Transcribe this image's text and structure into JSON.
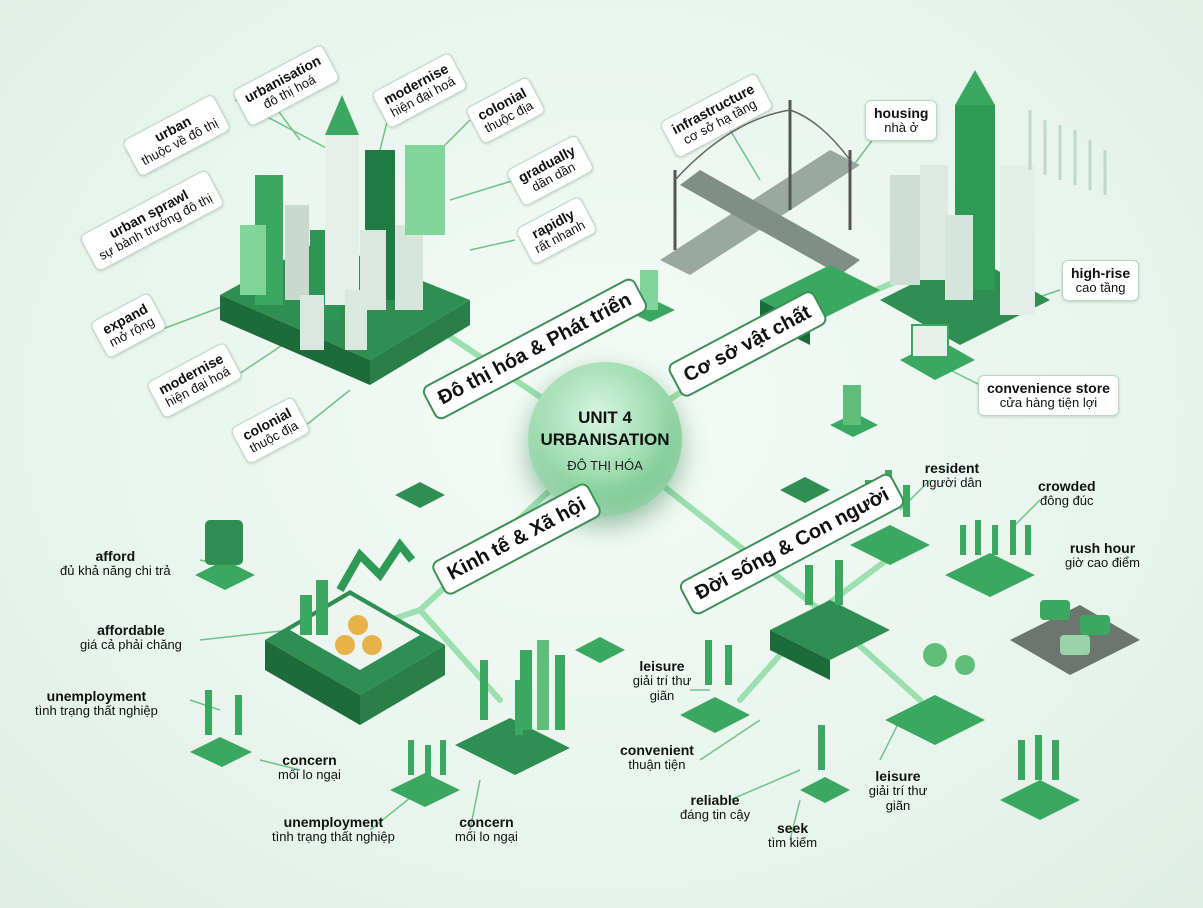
{
  "hub": {
    "line1": "UNIT 4",
    "line2": "URBANISATION",
    "line3": "ĐÔ THỊ HÓA"
  },
  "branches": {
    "urbanisation": "Đô thị hóa & Phát triển",
    "infrastructure": "Cơ sở vật chất",
    "economy": "Kinh tế & Xã hội",
    "life": "Đời sống & Con người"
  },
  "vocab": {
    "urban": {
      "en": "urban",
      "vi": "thuộc về đô thị"
    },
    "urban_sprawl": {
      "en": "urban sprawl",
      "vi": "sự bành trướng đô thị"
    },
    "urbanisation": {
      "en": "urbanisation",
      "vi": "đô thị hoá"
    },
    "modernise_top": {
      "en": "modernise",
      "vi": "hiện đại hoá"
    },
    "colonial_top": {
      "en": "colonial",
      "vi": "thuộc địa"
    },
    "gradually": {
      "en": "gradually",
      "vi": "dần dần"
    },
    "rapidly": {
      "en": "rapidly",
      "vi": "rất nhanh"
    },
    "expand": {
      "en": "expand",
      "vi": "mở rộng"
    },
    "modernise_left": {
      "en": "modernise",
      "vi": "hiện đại hoá"
    },
    "colonial_left": {
      "en": "colonial",
      "vi": "thuộc địa"
    },
    "infrastructure": {
      "en": "infrastructure",
      "vi": "cơ sở hạ tầng"
    },
    "housing": {
      "en": "housing",
      "vi": "nhà ở"
    },
    "high_rise": {
      "en": "high-rise",
      "vi": "cao tầng"
    },
    "convenience_store": {
      "en": "convenience store",
      "vi": "cửa hàng tiện lợi"
    },
    "resident": {
      "en": "resident",
      "vi": "người dân"
    },
    "crowded": {
      "en": "crowded",
      "vi": "đông đúc"
    },
    "rush_hour": {
      "en": "rush hour",
      "vi": "giờ cao điểm"
    },
    "afford": {
      "en": "afford",
      "vi": "đủ khả năng chi trả"
    },
    "affordable": {
      "en": "affordable",
      "vi": "giá cả phải chăng"
    },
    "unemployment_left": {
      "en": "unemployment",
      "vi": "tình trạng thất nghiệp"
    },
    "concern_left": {
      "en": "concern",
      "vi": "mối lo ngại"
    },
    "unemployment_bottom": {
      "en": "unemployment",
      "vi": "tình trạng thất nghiệp"
    },
    "concern_bottom": {
      "en": "concern",
      "vi": "mối lo ngại"
    },
    "leisure_mid": {
      "en": "leisure",
      "vi": "giải trí thư giãn"
    },
    "convenient": {
      "en": "convenient",
      "vi": "thuận tiện"
    },
    "reliable": {
      "en": "reliable",
      "vi": "đáng tin cậy"
    },
    "seek": {
      "en": "seek",
      "vi": "tìm kiếm"
    },
    "leisure_right": {
      "en": "leisure",
      "vi": "giải trí thư giãn"
    }
  },
  "colors": {
    "dark_green": "#1f7a43",
    "mid_green": "#3fae62",
    "light_green": "#9fe0b0",
    "line_green": "#7fd59a"
  }
}
